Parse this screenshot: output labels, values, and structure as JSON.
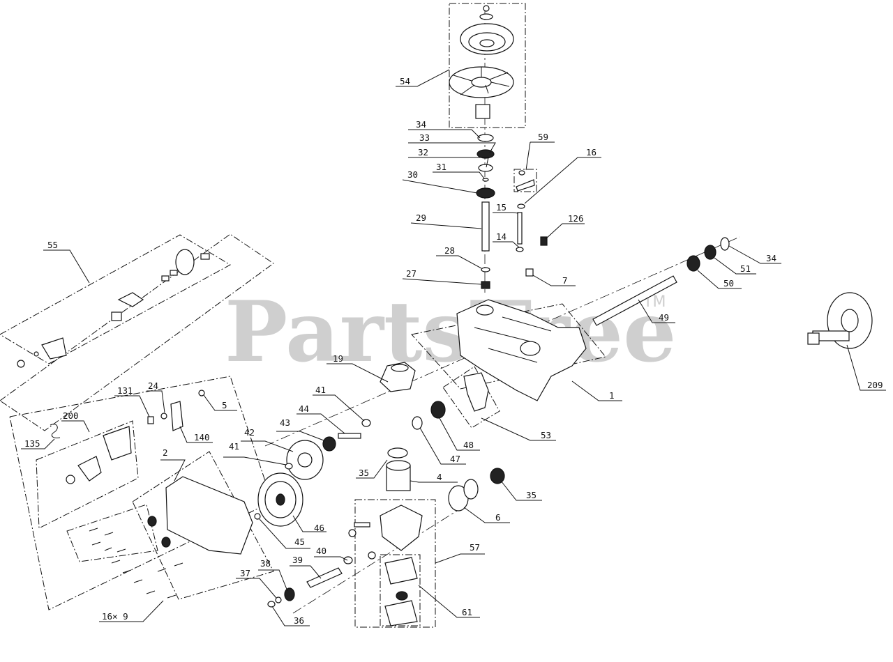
{
  "watermark": {
    "text": "PartsTree",
    "trademark": "TM"
  },
  "callouts": {
    "c54": "54",
    "c34a": "34",
    "c33": "33",
    "c32": "32",
    "c31": "31",
    "c30": "30",
    "c59": "59",
    "c16": "16",
    "c15": "15",
    "c29": "29",
    "c14": "14",
    "c126": "126",
    "c28": "28",
    "c27": "27",
    "c7": "7",
    "c34b": "34",
    "c51": "51",
    "c50": "50",
    "c49": "49",
    "c55": "55",
    "c19": "19",
    "c1": "1",
    "c209": "209",
    "c131": "131",
    "c24": "24",
    "c5": "5",
    "c200": "200",
    "c140": "140",
    "c135": "135",
    "c41a": "41",
    "c44": "44",
    "c43": "43",
    "c42": "42",
    "c41b": "41",
    "c2": "2",
    "c53": "53",
    "c48": "48",
    "c47": "47",
    "c35a": "35",
    "c4": "4",
    "c35b": "35",
    "c6": "6",
    "c46": "46",
    "c45": "45",
    "c40": "40",
    "c57": "57",
    "c38": "38",
    "c39": "39",
    "c37": "37",
    "c61": "61",
    "c36": "36",
    "c16x9": "16× 9"
  }
}
